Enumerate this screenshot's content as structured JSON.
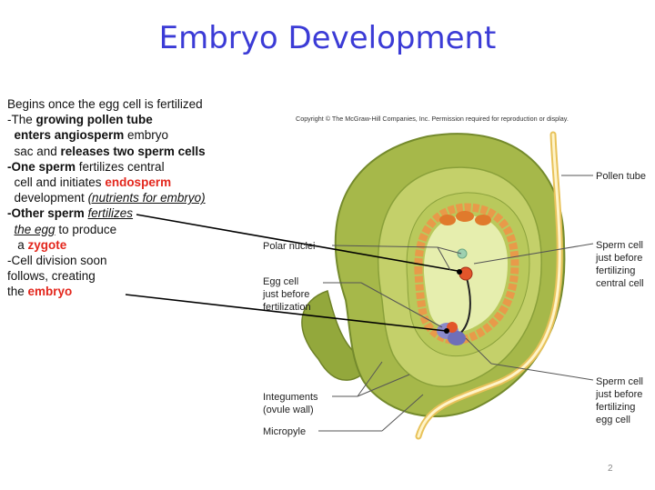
{
  "slide": {
    "title": "Embryo Development",
    "page_number": "2"
  },
  "notes": {
    "l1": "Begins once the egg cell is fertilized",
    "l2a": "-The ",
    "l2b": "growing pollen tube",
    "l3": "  enters angiosperm",
    "l3b": " embryo",
    "l4a": "  sac and ",
    "l4b": "releases two sperm cells",
    "l5a": "-One sperm",
    "l5b": " fertilizes central",
    "l6a": "  cell and initiates ",
    "l6b": "endosperm",
    "l7a": "  development ",
    "l7b": "(nutrients for embryo)",
    "l8a": "-Other sperm",
    "l8b": " ",
    "l8c": "fertilizes",
    "l9a": "  ",
    "l9b": "the egg",
    "l9c": " to produce",
    "l10a": "   a ",
    "l10b": "zygote",
    "l11": "-Cell division soon",
    "l12": "follows, creating",
    "l13a": "the ",
    "l13b": "embryo"
  },
  "figure": {
    "copyright": "Copyright © The McGraw-Hill Companies, Inc. Permission required for reproduction or display.",
    "labels": {
      "pollen_tube": "Pollen tube",
      "polar_nuclei": "Polar nuclei",
      "egg_cell_1": "Egg cell",
      "egg_cell_2": "just before",
      "egg_cell_3": "fertilization",
      "sperm_central_1": "Sperm cell",
      "sperm_central_2": "just before",
      "sperm_central_3": "fertilizing",
      "sperm_central_4": "central cell",
      "sperm_egg_1": "Sperm cell",
      "sperm_egg_2": "just before",
      "sperm_egg_3": "fertilizing",
      "sperm_egg_4": "egg cell",
      "integuments_1": "Integuments",
      "integuments_2": "(ovule wall)",
      "micropyle": "Micropyle"
    },
    "colors": {
      "title": "#3b3bd6",
      "highlight": "#e3261c",
      "ovule_outer": "#a6b84a",
      "ovule_inner": "#c4d06a",
      "embryo_sac": "#e6eeae",
      "endosperm_cells": "#e89a4a",
      "pollen_tube": "#e8c25a"
    }
  }
}
